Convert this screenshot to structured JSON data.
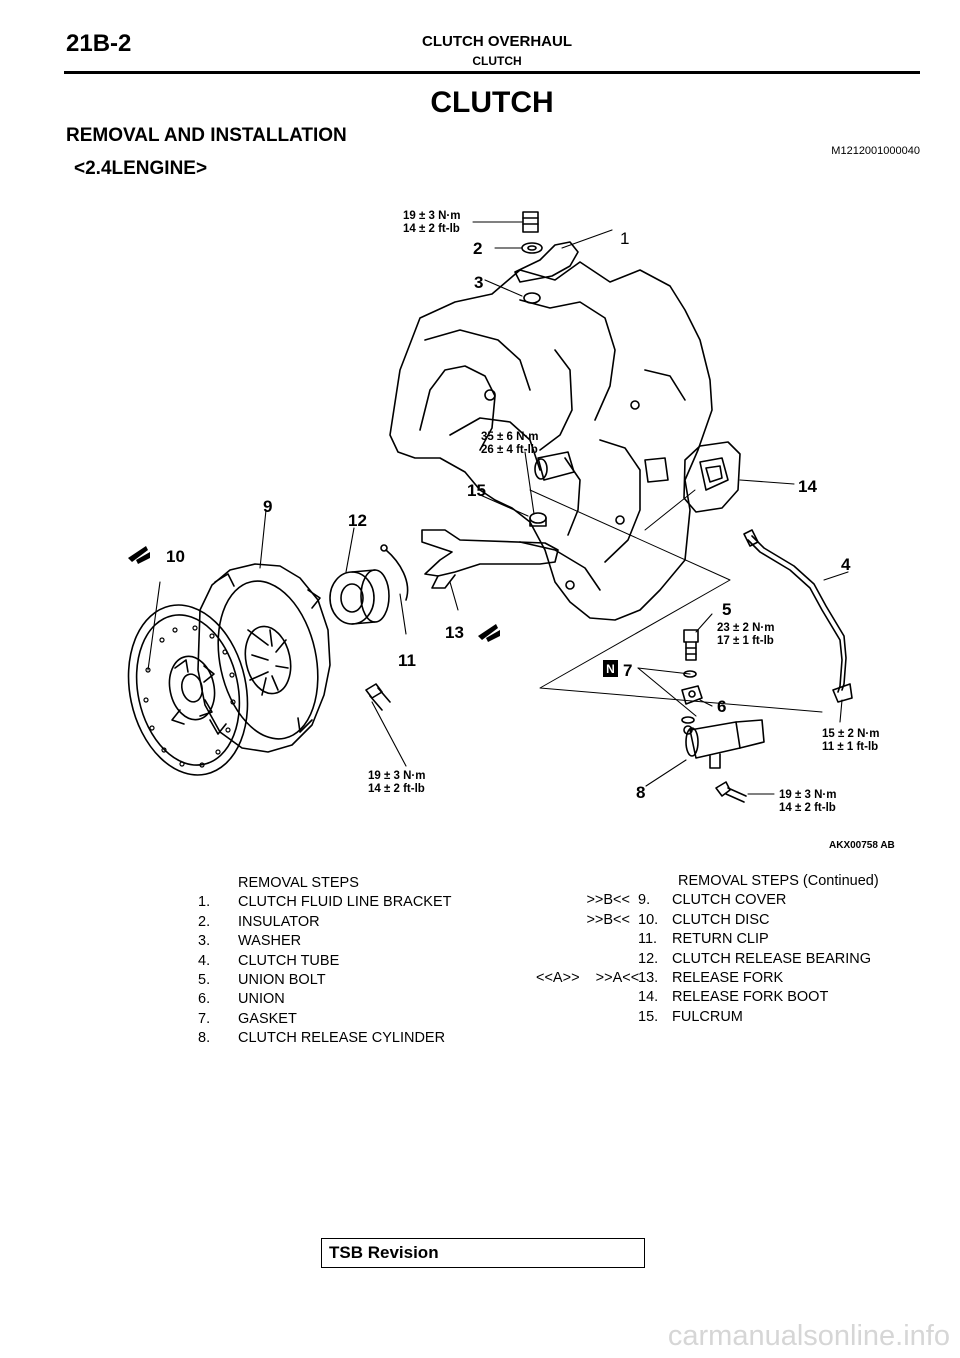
{
  "header": {
    "page_number": "21B-2",
    "section": "CLUTCH OVERHAUL",
    "subsection": "CLUTCH"
  },
  "title": "CLUTCH",
  "subheading": "REMOVAL AND INSTALLATION",
  "doc_code": "M1212001000040",
  "variant": "<2.4LENGINE>",
  "diagram": {
    "figure_code": "AKX00758 AB",
    "callouts": [
      "1",
      "2",
      "3",
      "4",
      "5",
      "6",
      "7",
      "8",
      "9",
      "10",
      "11",
      "12",
      "13",
      "14",
      "15"
    ],
    "torque_labels": {
      "t1_nm": "19 ± 3 N·m",
      "t1_ftlb": "14 ± 2 ft-lb",
      "t2_nm": "35 ± 6 N·m",
      "t2_ftlb": "26 ± 4 ft-lb",
      "t3_nm": "23 ± 2 N·m",
      "t3_ftlb": "17 ± 1 ft-lb",
      "t4_nm": "15 ± 2 N·m",
      "t4_ftlb": "11 ± 1 ft-lb",
      "t5_nm": "19 ± 3 N·m",
      "t5_ftlb": "14 ± 2 ft-lb",
      "t6_nm": "19 ± 3 N·m",
      "t6_ftlb": "14 ± 2 ft-lb"
    },
    "new_part_badge": "N"
  },
  "removal_steps": {
    "heading": "REMOVAL STEPS",
    "items": [
      {
        "num": "1.",
        "label": "CLUTCH FLUID LINE BRACKET"
      },
      {
        "num": "2.",
        "label": "INSULATOR"
      },
      {
        "num": "3.",
        "label": "WASHER"
      },
      {
        "num": "4.",
        "label": "CLUTCH TUBE"
      },
      {
        "num": "5.",
        "label": "UNION BOLT"
      },
      {
        "num": "6.",
        "label": "UNION"
      },
      {
        "num": "7.",
        "label": "GASKET"
      },
      {
        "num": "8.",
        "label": "CLUTCH RELEASE CYLINDER"
      }
    ]
  },
  "removal_steps_continued": {
    "heading": "REMOVAL STEPS (Continued)",
    "items": [
      {
        "mark": ">>B<<",
        "num": "9.",
        "label": "CLUTCH COVER"
      },
      {
        "mark": ">>B<<",
        "num": "10.",
        "label": "CLUTCH DISC"
      },
      {
        "mark": "",
        "num": "11.",
        "label": "RETURN CLIP"
      },
      {
        "mark": "",
        "num": "12.",
        "label": "CLUTCH RELEASE BEARING"
      },
      {
        "mark": "<<A>>    >>A<<",
        "num": "13.",
        "label": "RELEASE FORK"
      },
      {
        "mark": "",
        "num": "14.",
        "label": "RELEASE FORK BOOT"
      },
      {
        "mark": "",
        "num": "15.",
        "label": "FULCRUM"
      }
    ]
  },
  "footer": {
    "tsb_label": "TSB Revision",
    "watermark": "carmanualsonline.info"
  }
}
